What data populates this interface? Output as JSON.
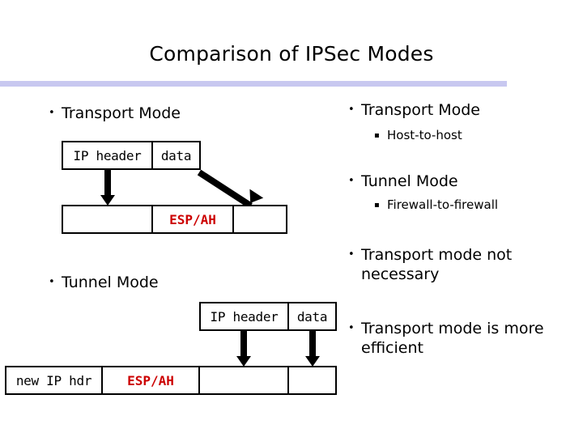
{
  "slide": {
    "title": "Comparison of IPSec Modes",
    "accent_color": "#c8c8f0",
    "highlight_color": "#cc0000",
    "text_color": "#000000",
    "background_color": "#ffffff"
  },
  "left_column": {
    "sections": [
      {
        "heading": "Transport Mode",
        "bullet_glyph": "•",
        "diagram": {
          "original_packet": {
            "label": "original-packet",
            "fields": [
              "IP header",
              "data"
            ]
          },
          "protected_packet": {
            "label": "transport-mode-packet",
            "fields": [
              "",
              "ESP/AH",
              ""
            ],
            "highlight_field": "ESP/AH"
          },
          "arrows": [
            "ip-header-to-field-1",
            "data-to-field-3"
          ]
        }
      },
      {
        "heading": "Tunnel Mode",
        "bullet_glyph": "•",
        "diagram": {
          "original_packet": {
            "label": "original-packet",
            "fields": [
              "IP header",
              "data"
            ]
          },
          "protected_packet": {
            "label": "tunnel-mode-packet",
            "fields": [
              "new IP hdr",
              "ESP/AH",
              "",
              ""
            ],
            "highlight_field": "ESP/AH"
          },
          "arrows": [
            "ip-header-to-field-3",
            "data-to-field-4"
          ]
        }
      }
    ]
  },
  "right_column": {
    "items": [
      {
        "level": 1,
        "bullet_glyph": "•",
        "text": "Transport Mode"
      },
      {
        "level": 2,
        "bullet_glyph": "▪",
        "text": "Host-to-host"
      },
      {
        "level": 1,
        "bullet_glyph": "•",
        "text": "Tunnel Mode"
      },
      {
        "level": 2,
        "bullet_glyph": "▪",
        "text": "Firewall-to-firewall"
      },
      {
        "level": 1,
        "bullet_glyph": "•",
        "text": "Transport mode not necessary"
      },
      {
        "level": 1,
        "bullet_glyph": "•",
        "text": "Transport mode is more efficient"
      }
    ]
  }
}
